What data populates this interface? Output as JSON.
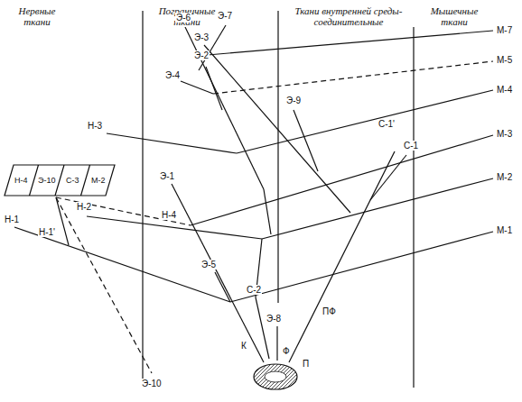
{
  "diagram": {
    "nodes": [
      {
        "text": [
          "Н-4",
          "Э-10",
          "С-3",
          "М-2"
        ]
      }
    ],
    "edges": [],
    "labels": [
      "Нервные ткани",
      "Пограничные ткани",
      "Ткани внутренней среды-соединительные",
      "Мышечные ткани",
      "Э-6",
      "Э-7",
      "Э-3",
      "Э-4",
      "Э-2",
      "Н-3",
      "Э-9",
      "М-7",
      "М-5",
      "М-4",
      "М-3",
      "М-2",
      "М-1",
      "Н-4",
      "Н-2",
      "Н-1'",
      "Н-1",
      "Э-1",
      "С-1'",
      "С-1",
      "Э-5",
      "С-2",
      "Э-8",
      "ПФ",
      "Э-10",
      "К",
      "Ф",
      "П"
    ]
  }
}
